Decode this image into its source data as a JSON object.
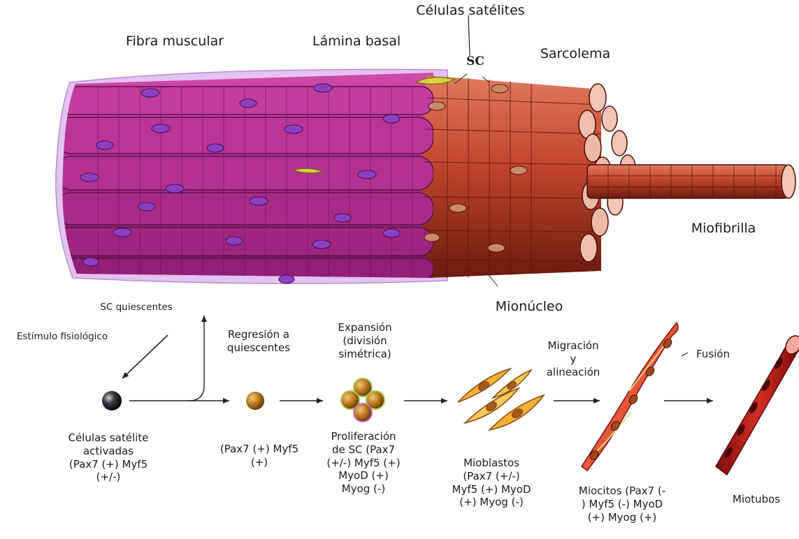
{
  "labels": {
    "fibra_muscular": "Fibra muscular",
    "lamina_basal": "Lámina basal",
    "celulas_satelites": "Células satélites",
    "sc": "SC",
    "sarcolema": "Sarcolema",
    "miofibrilla": "Miofibrilla",
    "mionucleo": "Mionúcleo",
    "sc_quiescentes": "SC quiescentes",
    "estimulo": "Estímulo fisiológico",
    "regresion": "Regresión a\nquiescentes",
    "expansion": "Expansión\n(división\nsimétrica)",
    "migracion": "Migración\ny\nalineación",
    "fusion": "Fusión"
  },
  "stages": [
    {
      "caption": "Células satélite\nactivadas\n(Pax7 (+) Myf5\n(+/-)"
    },
    {
      "caption": "(Pax7 (+) Myf5\n(+)"
    },
    {
      "caption": "Proliferación\nde SC (Pax7\n(+/-)  Myf5 (+)\nMyoD (+)\nMyog (-)"
    },
    {
      "caption": "Mioblastos\n(Pax7 (+/-)\nMyf5 (+) MyoD\n(+) Myog (-)"
    },
    {
      "caption": "Miocitos (Pax7 (-\n) Myf5 (-) MyoD\n(+) Myog (+)"
    },
    {
      "caption": "Miotubos"
    }
  ],
  "colors": {
    "fiber_magenta": "#b0318a",
    "fiber_dark": "#6e1658",
    "fiber_red": "#c0452c",
    "nucleus": "#8e3fc0",
    "membrane": "#d9b4ec",
    "myotube": "#b3201c"
  }
}
